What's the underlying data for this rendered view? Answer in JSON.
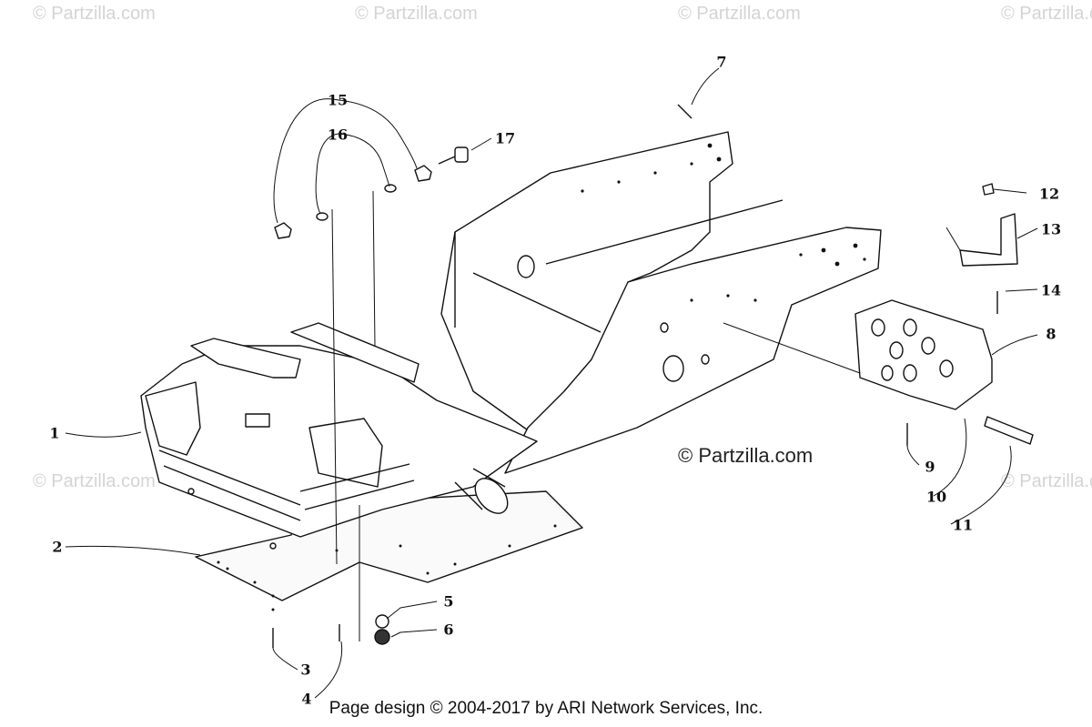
{
  "watermark": "© Partzilla.com",
  "brand_text": "© Partzilla.com",
  "footer": "Page design © 2004-2017 by ARI Network Services, Inc.",
  "part_labels": [
    "1",
    "2",
    "3",
    "4",
    "5",
    "6",
    "7",
    "8",
    "9",
    "10",
    "11",
    "12",
    "13",
    "14",
    "15",
    "16",
    "17"
  ]
}
